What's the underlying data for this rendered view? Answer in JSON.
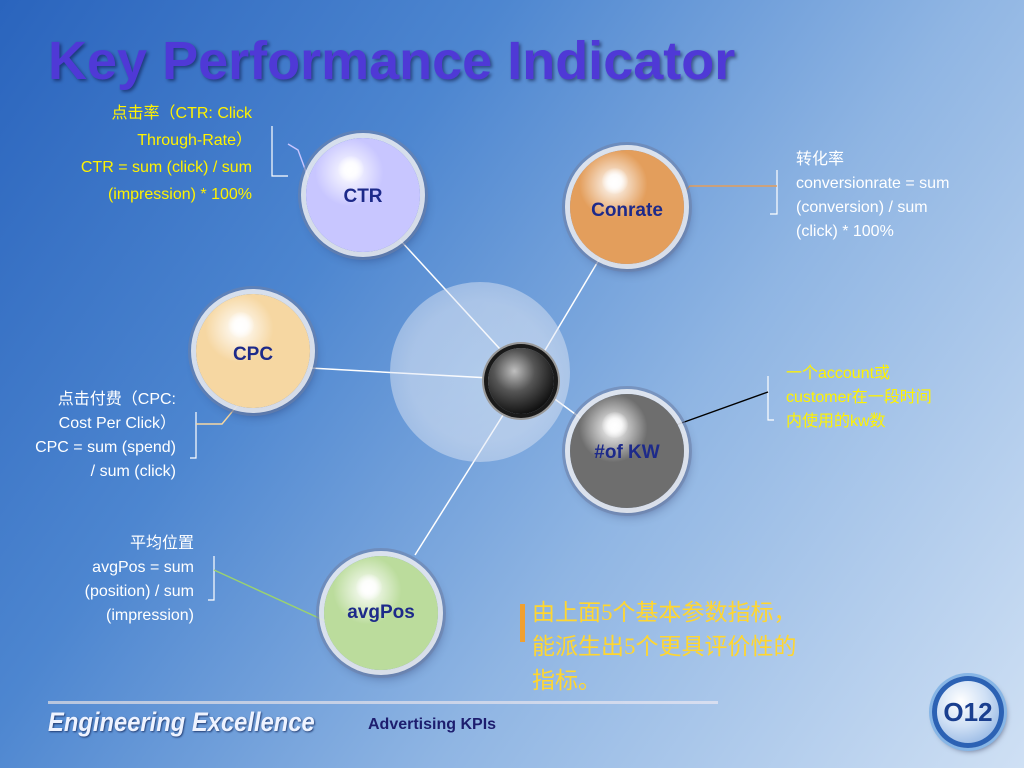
{
  "title": "Key Performance Indicator",
  "nodes": {
    "ctr": {
      "label": "CTR",
      "color": "#c8c6ff"
    },
    "conrate": {
      "label": "Conrate",
      "color": "#e39e5c"
    },
    "cpc": {
      "label": "CPC",
      "color": "#f6d7a2"
    },
    "kw": {
      "label": "#of KW",
      "color": "#6e6e6e"
    },
    "avgpos": {
      "label": "avgPos",
      "color": "#bbdc9c"
    }
  },
  "annotations": {
    "ctr": [
      "点击率（CTR: Click",
      "Through-Rate）",
      "CTR = sum (click) / sum",
      "(impression) * 100%"
    ],
    "conrate": [
      "转化率",
      "conversionrate = sum",
      "(conversion) / sum",
      "(click) * 100%"
    ],
    "cpc": [
      "点击付费（CPC:",
      "Cost Per Click）",
      "CPC = sum (spend)",
      "/ sum (click)"
    ],
    "kw": [
      "一个account或",
      "customer在一段时间",
      "内使用的kw数"
    ],
    "avgpos": [
      "平均位置",
      "avgPos = sum",
      "(position) / sum",
      "(impression)"
    ]
  },
  "summary": {
    "line1": "由上面5个基本参数指标，",
    "line2": "能派生出5个更具评价性的",
    "line3": "指标。"
  },
  "footer": {
    "brand": "Engineering Excellence",
    "center": "Advertising KPIs",
    "logo": "O12"
  }
}
